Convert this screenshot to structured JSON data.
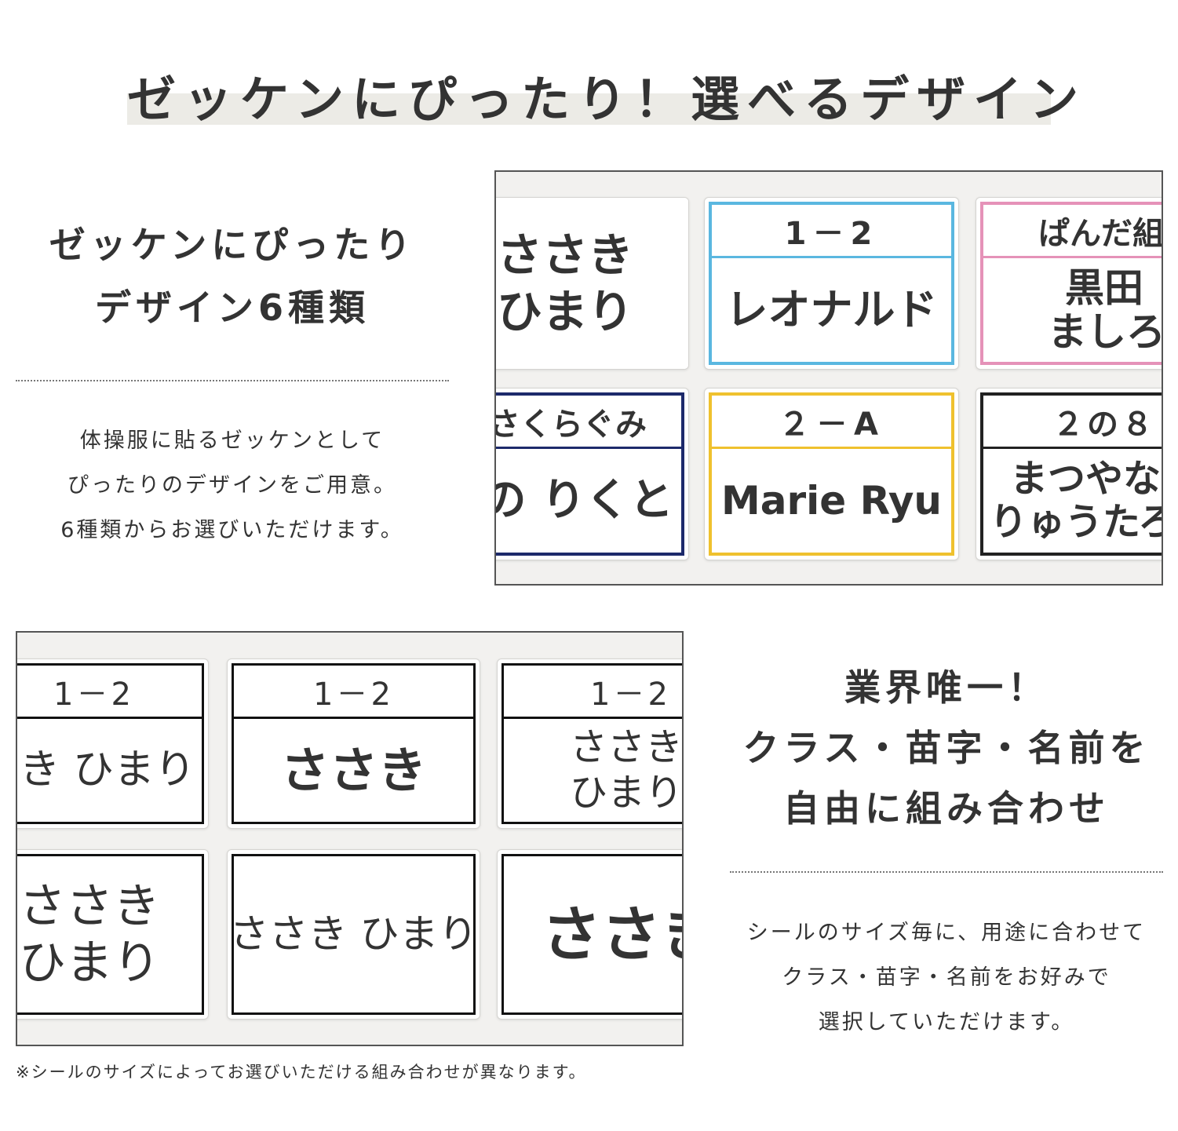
{
  "main_title": "ゼッケンにぴったり！選べるデザイン",
  "panel1": {
    "heading": [
      "ゼッケンにぴったり",
      "デザイン6種類"
    ],
    "body": [
      "体操服に貼るゼッケンとして",
      "ぴったりのデザインをご用意。",
      "6種類からお選びいただけます。"
    ],
    "designs": [
      {
        "class_label": "",
        "name_lines": [
          "ささき",
          "ひまり"
        ],
        "frame_color": "#ffffff"
      },
      {
        "class_label": "1－2",
        "name_lines": [
          "レオナルド"
        ],
        "frame_color": "#5ab7e0"
      },
      {
        "class_label": "ぱんだ組",
        "name_lines": [
          "黒田",
          "ましろ"
        ],
        "frame_color": "#e592b8"
      },
      {
        "class_label": "さくらぐみ",
        "name_lines": [
          "の りくと"
        ],
        "frame_color": "#1d2a6b"
      },
      {
        "class_label": "２－A",
        "name_lines": [
          "Marie Ryu"
        ],
        "frame_color": "#efc12e"
      },
      {
        "class_label": "２の８",
        "name_lines": [
          "まつやな",
          "りゅうたろ"
        ],
        "frame_color": "#222222"
      }
    ]
  },
  "panel2": {
    "heading": [
      "業界唯一！",
      "クラス・苗字・名前を",
      "自由に組み合わせ"
    ],
    "body": [
      "シールのサイズ毎に、用途に合わせて",
      "クラス・苗字・名前をお好みで",
      "選択していただけます。"
    ],
    "combos": [
      {
        "class_label": "1－2",
        "name_lines": [
          "さき ひまり"
        ]
      },
      {
        "class_label": "1－2",
        "name_lines": [
          "ささき"
        ]
      },
      {
        "class_label": "1－2",
        "name_lines": [
          "ささき",
          "ひまり"
        ]
      },
      {
        "class_label": "",
        "name_lines": [
          "ささき",
          "ひまり"
        ]
      },
      {
        "class_label": "",
        "name_lines": [
          "ささき ひまり"
        ]
      },
      {
        "class_label": "",
        "name_lines": [
          "ささき"
        ]
      }
    ]
  },
  "footnote": "※シールのサイズによってお選びいただける組み合わせが異なります。"
}
